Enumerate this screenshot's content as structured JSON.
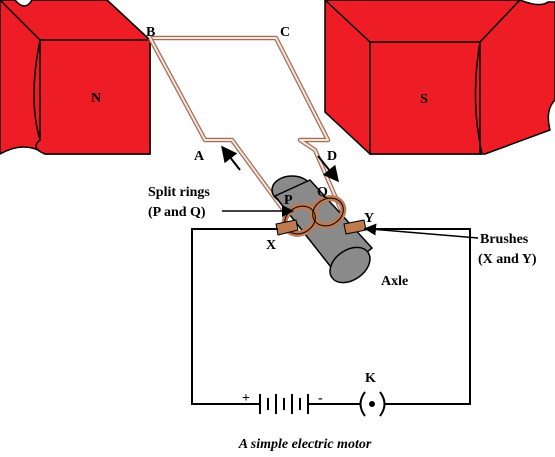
{
  "magnets": {
    "north_label": "N",
    "south_label": "S",
    "color": "#ee1c24"
  },
  "coil": {
    "corner_b": "B",
    "corner_c": "C",
    "corner_a": "A",
    "corner_d": "D",
    "color": "#a0705a"
  },
  "commutator": {
    "ring_p": "P",
    "ring_q": "Q",
    "ring_color": "#c07a50"
  },
  "brushes": {
    "brush_x": "X",
    "brush_y": "Y"
  },
  "labels": {
    "split_rings_line1": "Split rings",
    "split_rings_line2": "(P and Q)",
    "brushes_line1": "Brushes",
    "brushes_line2": "(X and Y)",
    "axle": "Axle",
    "key": "K",
    "battery_plus": "+",
    "battery_minus": "-"
  },
  "axle": {
    "color": "#8a8a8a"
  },
  "caption": "A simple electric motor"
}
